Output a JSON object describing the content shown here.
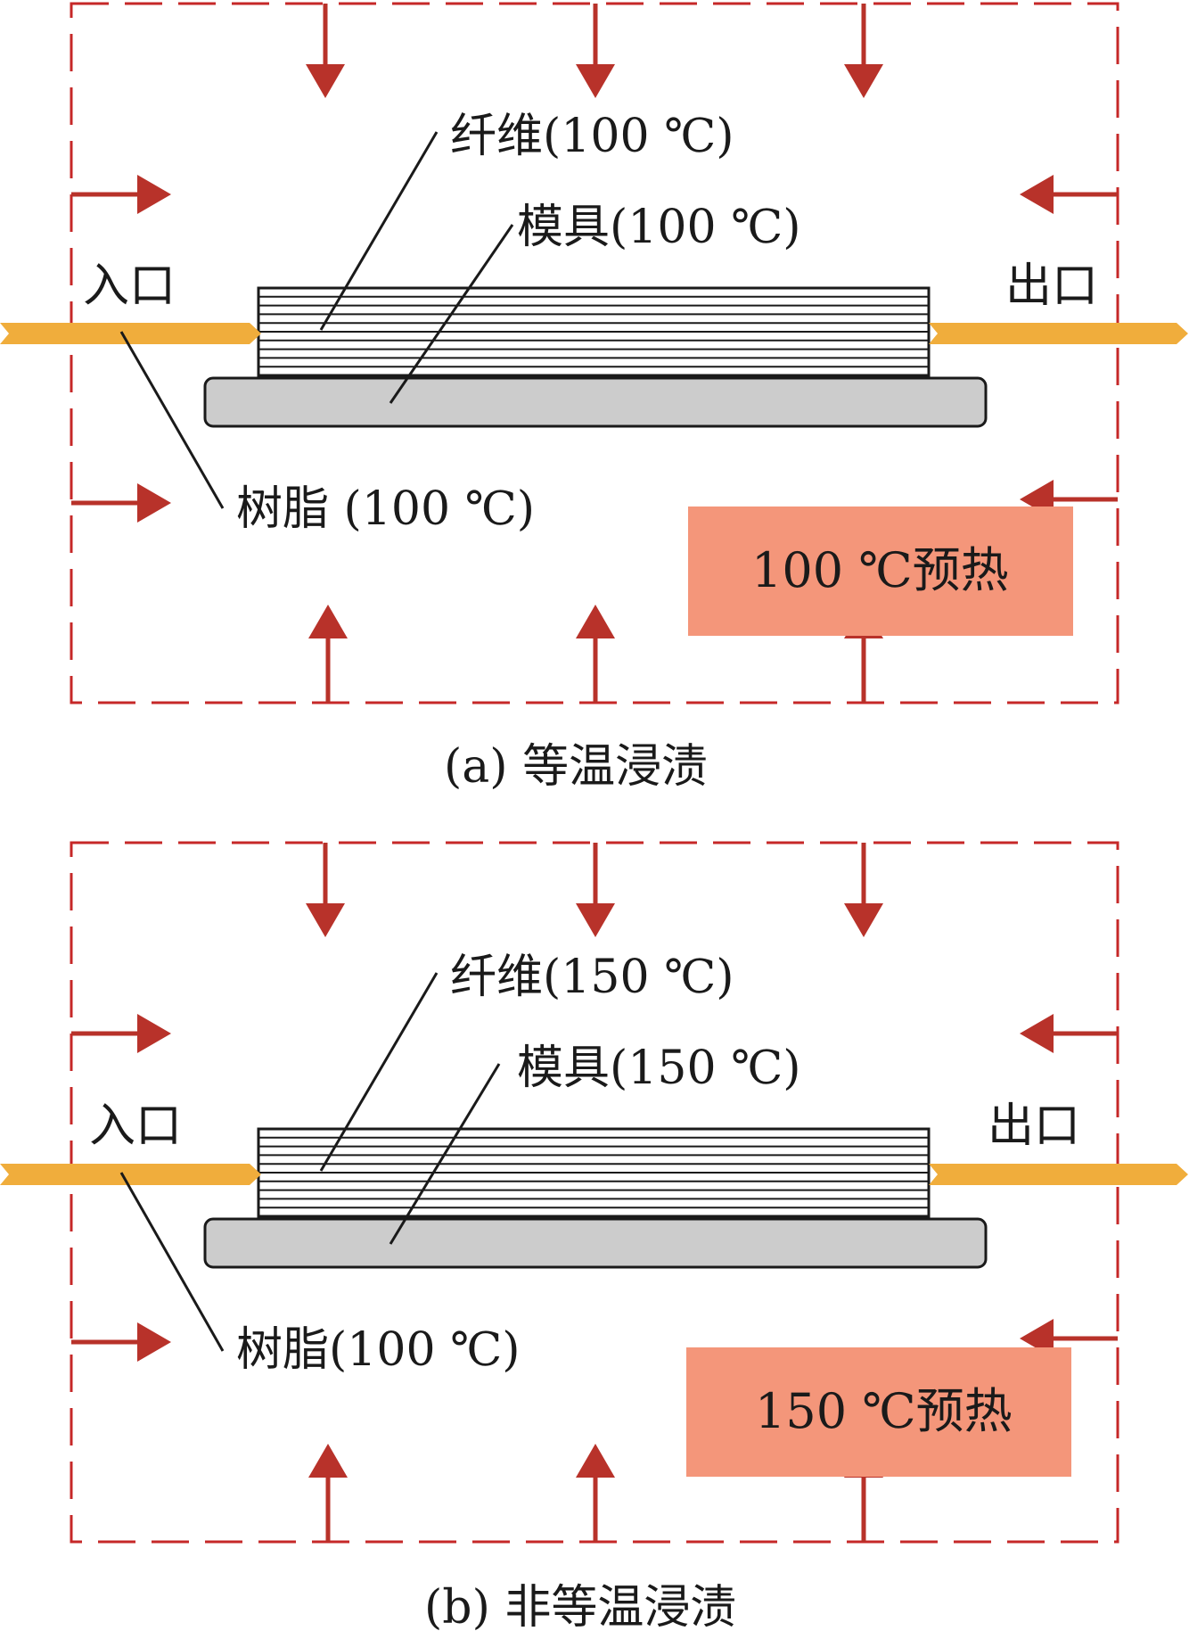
{
  "colors": {
    "border": "#c62828",
    "arrow": "#b8322a",
    "flow": "#f0ad3c",
    "mold_fill": "#cccccc",
    "heat_box": "#f4967a",
    "leader": "#1a1a1a"
  },
  "panels": [
    {
      "id": "a",
      "fiber_label": "纤维(100 ℃)",
      "mold_label": "模具(100 ℃)",
      "resin_label": "树脂 (100 ℃)",
      "inlet_label": "入口",
      "outlet_label": "出口",
      "preheat_label": "100 ℃预热",
      "caption": "(a) 等温浸渍"
    },
    {
      "id": "b",
      "fiber_label": "纤维(150 ℃)",
      "mold_label": "模具(150 ℃)",
      "resin_label": "树脂(100 ℃)",
      "inlet_label": "入口",
      "outlet_label": "出口",
      "preheat_label": "150 ℃预热",
      "caption": "(b) 非等温浸渍"
    }
  ]
}
